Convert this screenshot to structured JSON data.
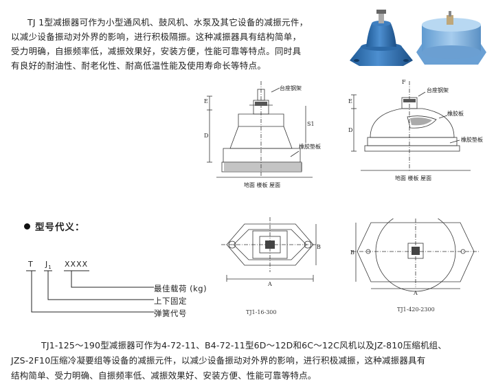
{
  "intro": {
    "lines": [
      "TJ 1型减振器可作为小型通风机、鼓风机、水泵及其它设备的减振元件，",
      "以减少设备振动对外界的影响，进行积极隔振。这种减振器具有结构简单，",
      "受力明确，自振频率低，减振效果好，安装方便，性能可靠等特点。同时具",
      "有良好的耐油性、耐老化性、耐高低温性能及使用寿命长等特点。"
    ]
  },
  "drawing_left": {
    "dim_e": "E",
    "dim_d": "D",
    "dim_s1": "S1",
    "label_frame": "台座钢架",
    "label_pad": "橡胶垫板",
    "label_floor": "地面 楼板 屋面"
  },
  "drawing_right": {
    "dim_f": "F",
    "dim_e": "E",
    "dim_d": "D",
    "label_frame": "台座钢架",
    "label_rubber": "橡胶板",
    "label_pad": "橡胶垫板",
    "label_floor": "地面 楼板 屋面"
  },
  "plan_left": {
    "dim_a": "A",
    "dim_b": "B",
    "caption": "TJ1-16-300"
  },
  "plan_right": {
    "dim_a": "A",
    "dim_b": "B",
    "caption": "TJ1-420-2300"
  },
  "model": {
    "title": "型号代义：",
    "code_t": "T",
    "code_j": "J",
    "code_j_sub": "1",
    "code_x": "XXXX",
    "legend": [
      "最佳载荷 (kg)",
      "上下固定",
      "弹簧代号"
    ]
  },
  "bottom": {
    "lines": [
      "TJ1-125～190型减振器可作为4-72-11、B4-72-11型6D～12D和6C～12C风机以及JZ-810压缩机组、",
      "JZS-2F10压缩冷凝要组等设备的减振元件，以减少设备振动对外界的影响，进行积极减振，这种减振器具有",
      "结构简单、受力明确、自振频率低、减振效果好、安装方便、性能可靠等特点。"
    ]
  },
  "colors": {
    "product_blue": "#3a78b8",
    "product_blue_light": "#7fb2dc"
  }
}
